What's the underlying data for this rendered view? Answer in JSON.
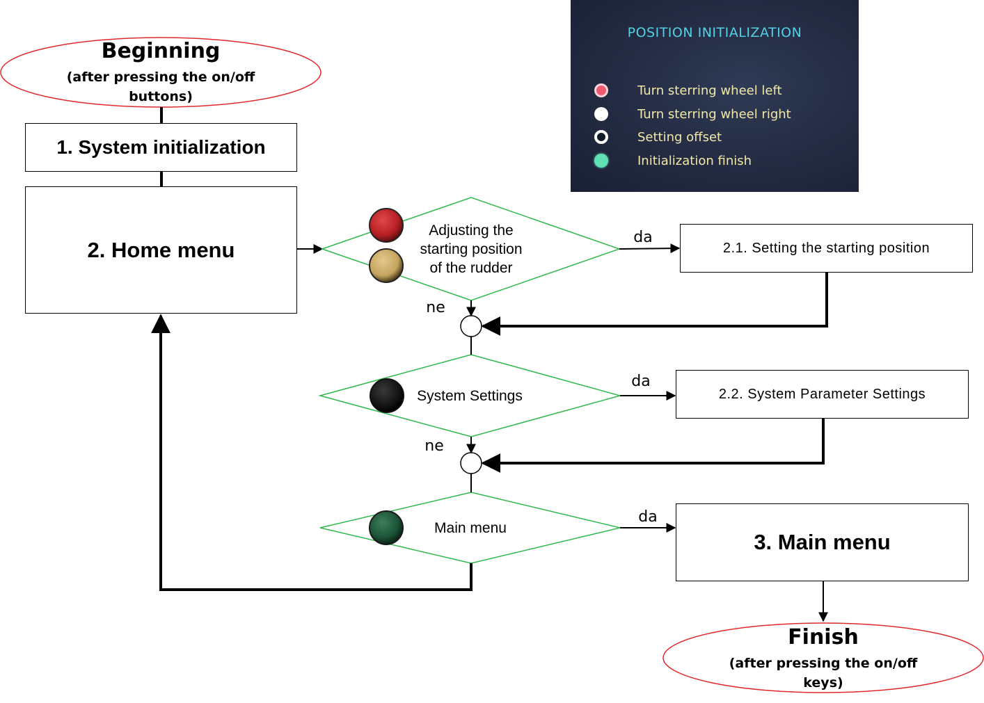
{
  "start_oval": {
    "title": "Beginning",
    "subtitle_line1": "(after pressing the on/off",
    "subtitle_line2": "buttons)"
  },
  "end_oval": {
    "title": "Finish",
    "subtitle_line1": "(after pressing the on/off",
    "subtitle_line2": "keys)"
  },
  "boxes": {
    "system_init": "1. System initialization",
    "home_menu": "2. Home menu",
    "set_start_position": "2.1. Setting the starting position",
    "system_param_settings": "2.2. System Parameter Settings",
    "main_menu_box": "3. Main menu"
  },
  "decisions": {
    "rudder": {
      "line1": "Adjusting  the",
      "line2": "starting position",
      "line3": "of the rudder"
    },
    "system_settings": "System Settings",
    "main_menu": "Main menu"
  },
  "branch_labels": {
    "yes": "da",
    "no": "ne"
  },
  "screen": {
    "title": "POSITION  INITIALIZATION",
    "items": [
      {
        "text": "Turn sterring wheel left",
        "indicator": "red-filled"
      },
      {
        "text": "Turn sterring wheel right",
        "indicator": "white-filled"
      },
      {
        "text": "Setting offset",
        "indicator": "white-ring"
      },
      {
        "text": "Initialization finish",
        "indicator": "green-filled"
      }
    ]
  },
  "colors": {
    "oval_stroke": "#e0282b",
    "diamond_stroke": "#2eb84b",
    "button_red": "#c4262a",
    "button_yellow": "#cfae67",
    "button_black": "#1b1b1b",
    "button_green": "#1f5a3c",
    "screen_title": "#52d1e6",
    "screen_text": "#f2e9a8",
    "screen_red": "#f05a6e",
    "screen_white": "#ffffff",
    "screen_green": "#61e0b4"
  }
}
